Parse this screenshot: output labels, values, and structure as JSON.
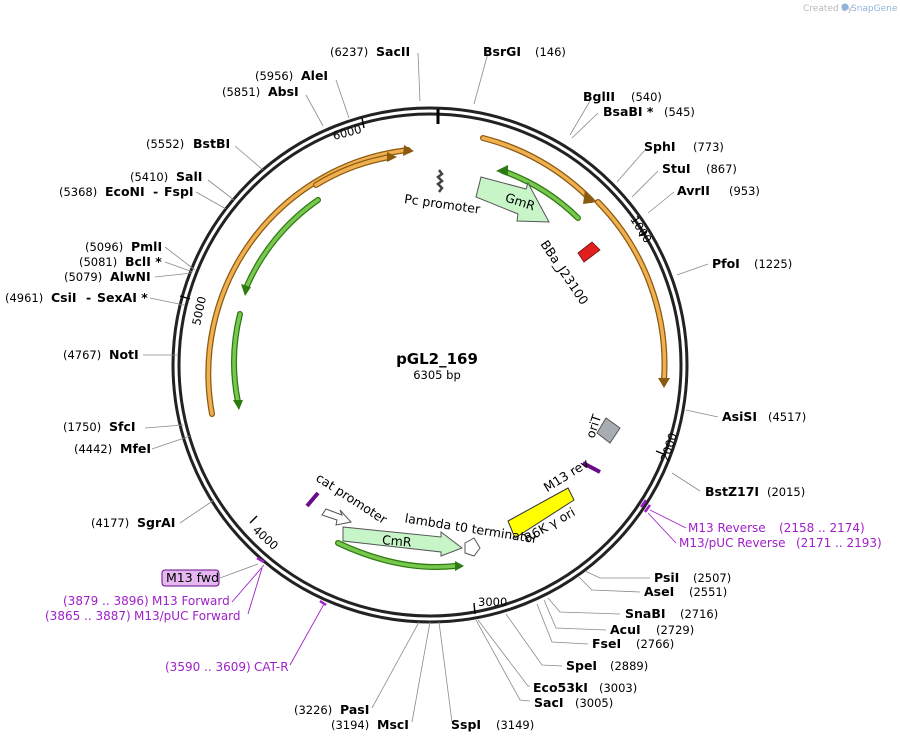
{
  "credit": {
    "created_by": "Created by",
    "brand": "SnapGene"
  },
  "plasmid": {
    "name": "pGL2_169",
    "length": "6305 bp"
  },
  "ticks": [
    "1000",
    "2000",
    "3000",
    "4000",
    "5000",
    "6000"
  ],
  "enzymes": [
    {
      "name": "SacII",
      "pos": "(6237)"
    },
    {
      "name": "BsrGI",
      "pos": "(146)"
    },
    {
      "name": "AleI",
      "pos": "(5956)"
    },
    {
      "name": "AbsI",
      "pos": "(5851)"
    },
    {
      "name": "BglII",
      "pos": "(540)"
    },
    {
      "name": "BsaBI *",
      "pos": "(545)"
    },
    {
      "name": "BstBI",
      "pos": "(5552)"
    },
    {
      "name": "SphI",
      "pos": "(773)"
    },
    {
      "name": "StuI",
      "pos": "(867)"
    },
    {
      "name": "SalI",
      "pos": "(5410)"
    },
    {
      "name": "EcoNI",
      "pos": "(5368)"
    },
    {
      "name": "FspI",
      "pos": ""
    },
    {
      "name": "AvrII",
      "pos": "(953)"
    },
    {
      "name": "PmlI",
      "pos": "(5096)"
    },
    {
      "name": "BclI *",
      "pos": "(5081)"
    },
    {
      "name": "AlwNI",
      "pos": "(5079)"
    },
    {
      "name": "PfoI",
      "pos": "(1225)"
    },
    {
      "name": "CsiI",
      "pos": "(4961)"
    },
    {
      "name": "SexAI *",
      "pos": ""
    },
    {
      "name": "NotI",
      "pos": "(4767)"
    },
    {
      "name": "AsiSI",
      "pos": "(4517)"
    },
    {
      "name": "SfcI",
      "pos": "(1750)"
    },
    {
      "name": "MfeI",
      "pos": "(4442)"
    },
    {
      "name": "BstZ17I",
      "pos": "(2015)"
    },
    {
      "name": "SgrAI",
      "pos": "(4177)"
    },
    {
      "name": "PsiI",
      "pos": "(2507)"
    },
    {
      "name": "AseI",
      "pos": "(2551)"
    },
    {
      "name": "SnaBI",
      "pos": "(2716)"
    },
    {
      "name": "AcuI",
      "pos": "(2729)"
    },
    {
      "name": "FseI",
      "pos": "(2766)"
    },
    {
      "name": "SpeI",
      "pos": "(2889)"
    },
    {
      "name": "Eco53kI",
      "pos": "(3003)"
    },
    {
      "name": "SacI",
      "pos": "(3005)"
    },
    {
      "name": "PasI",
      "pos": "(3226)"
    },
    {
      "name": "MscI",
      "pos": "(3194)"
    },
    {
      "name": "SspI",
      "pos": "(3149)"
    }
  ],
  "primers": [
    {
      "name": "M13 Reverse",
      "range": "(2158 .. 2174)"
    },
    {
      "name": "M13/pUC Reverse",
      "range": "(2171 .. 2193)"
    },
    {
      "name": "M13 Forward",
      "range": "(3879 .. 3896)"
    },
    {
      "name": "M13/pUC Forward",
      "range": "(3865 .. 3887)"
    },
    {
      "name": "CAT-R",
      "range": "(3590 .. 3609)"
    },
    {
      "name": "M13 fwd",
      "range": ""
    }
  ],
  "features": {
    "gmr": "GmR",
    "pc_promoter": "Pc promoter",
    "bba": "BBa_J23100",
    "orit": "oriT",
    "m13_rev": "M13 rev",
    "r6k": "R6K γ ori",
    "lambda": "lambda t0 terminator",
    "cat_promoter": "cat promoter",
    "cmr": "CmR"
  },
  "colors": {
    "orange_feature": "#f0b050",
    "green_feature": "#78c850",
    "cds_fill": "#c8f5c8",
    "r6k_fill": "#ffff00",
    "primer": "#a020c8",
    "terminator": "#a0a0a0",
    "orit": "#a9adb3",
    "promoter_red": "#e02020"
  }
}
